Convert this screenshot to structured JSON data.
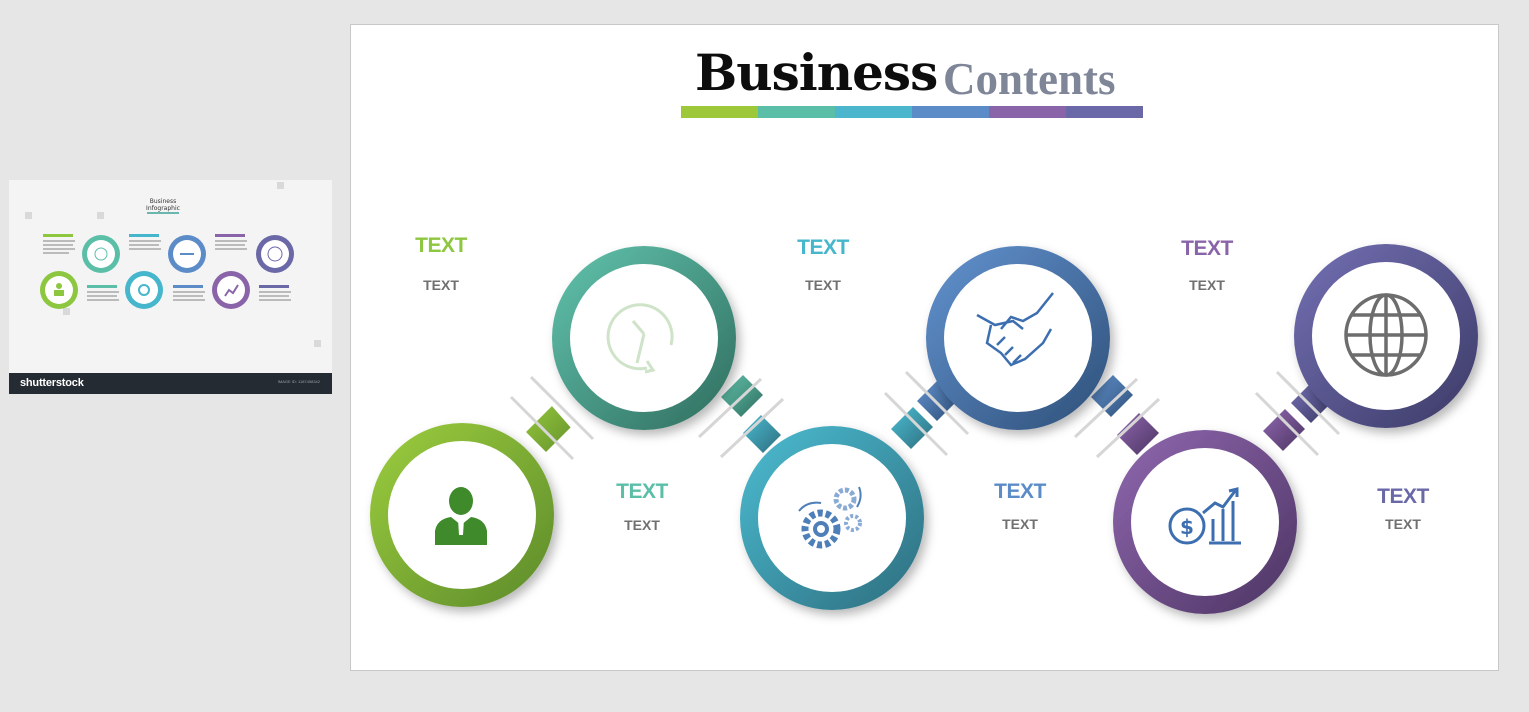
{
  "thumbnail": {
    "title_line1": "Business",
    "title_line2": "Infographic",
    "brand": "shutterstock",
    "credit": "IMAGE ID: 1187458342"
  },
  "slide": {
    "title_main": "Business",
    "title_sub": "Contents",
    "title_bar_colors": [
      "#9dc83a",
      "#5bbfa8",
      "#4bb6cc",
      "#5b8cc8",
      "#8a64a8",
      "#6b68a8"
    ]
  },
  "steps": [
    {
      "heading": "TEXT",
      "sub": "TEXT",
      "icon": "businessman-icon",
      "color": "#8dc63f"
    },
    {
      "heading": "TEXT",
      "sub": "TEXT",
      "icon": "clock-icon",
      "color": "#5bbfa8"
    },
    {
      "heading": "TEXT",
      "sub": "TEXT",
      "icon": "gears-icon",
      "color": "#45b6cc"
    },
    {
      "heading": "TEXT",
      "sub": "TEXT",
      "icon": "handshake-icon",
      "color": "#5b8cc8"
    },
    {
      "heading": "TEXT",
      "sub": "TEXT",
      "icon": "dollar-chart-icon",
      "color": "#8a64a8"
    },
    {
      "heading": "TEXT",
      "sub": "TEXT",
      "icon": "globe-icon",
      "color": "#6b68a8"
    }
  ]
}
